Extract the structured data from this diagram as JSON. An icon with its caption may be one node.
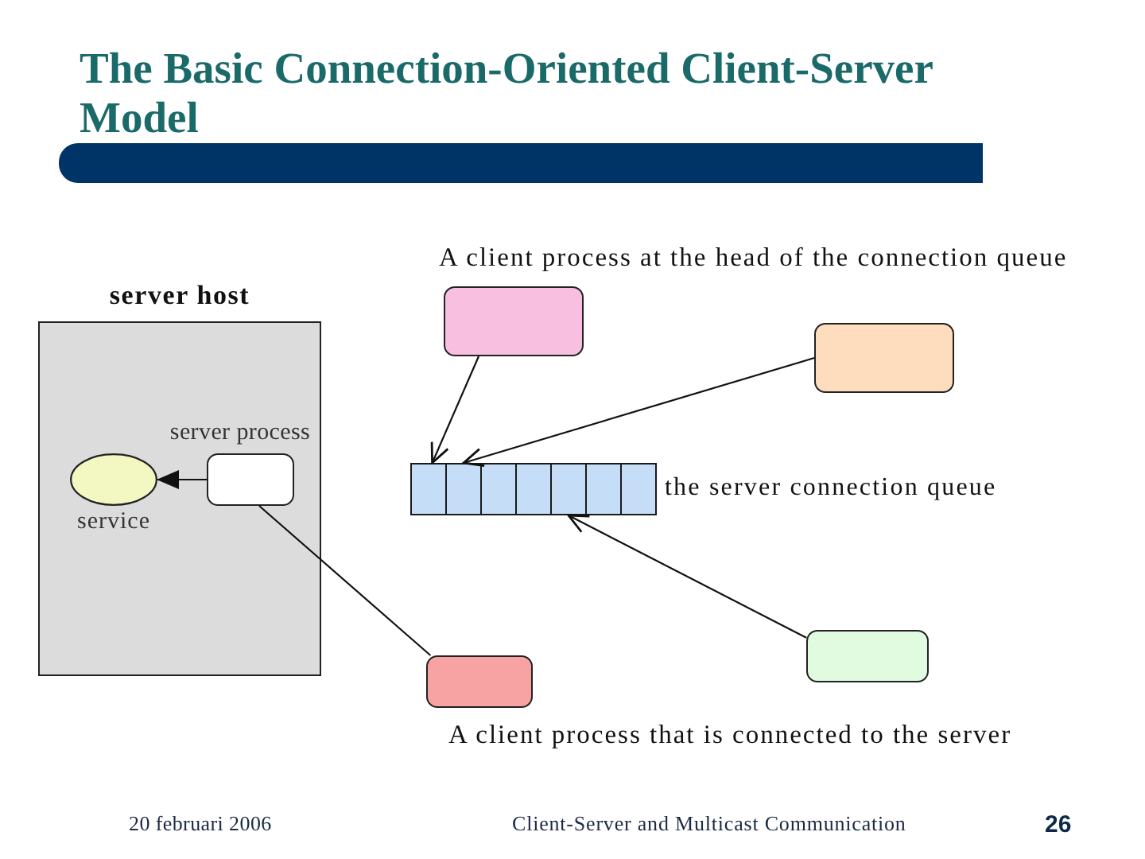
{
  "diagram": {
    "title": "The Basic Connection-Oriented Client-Server Model",
    "nodes": [
      {
        "text": [
          "server host"
        ]
      },
      {
        "text": [
          "service"
        ],
        "in": 0
      },
      {
        "text": [
          "server process"
        ],
        "in": 0
      },
      {
        "text": [],
        "shape": "box"
      },
      {
        "text": [],
        "shape": "box"
      },
      {
        "text": [
          "the server connection queue"
        ]
      },
      {
        "text": [],
        "shape": "box",
        "in": 5
      },
      {
        "text": [],
        "shape": "box",
        "in": 5
      },
      {
        "text": [],
        "shape": "box",
        "in": 5
      },
      {
        "text": [],
        "shape": "box",
        "in": 5
      },
      {
        "text": [],
        "shape": "box",
        "in": 5
      },
      {
        "text": [],
        "shape": "box",
        "in": 5
      },
      {
        "text": [],
        "shape": "box",
        "in": 5
      },
      {
        "text": [],
        "shape": "box"
      },
      {
        "text": [],
        "shape": "box"
      }
    ],
    "edges": [
      {
        "from": 3,
        "to": 6,
        "arrow": "to"
      },
      {
        "from": 4,
        "to": 7,
        "arrow": "to"
      },
      {
        "from": 13,
        "to": 10,
        "arrow": "to"
      },
      {
        "from": 14,
        "to": 2,
        "arrow": "none"
      },
      {
        "from": 2,
        "to": 1,
        "arrow": "to"
      }
    ],
    "labels": [
      "A client process at the head of the connection queue",
      "A client process that is connected to the server",
      "20 februari 2006",
      "Client-Server and Multicast Communication",
      "26"
    ]
  }
}
